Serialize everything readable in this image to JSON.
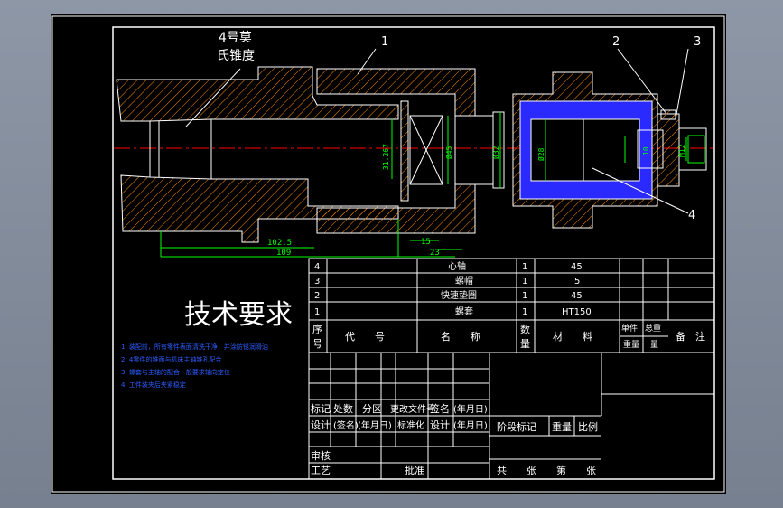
{
  "colors": {
    "background": "#000000",
    "line": "#ffffff",
    "dim": "#00ff00",
    "center": "#ff0000",
    "hatch": "#ff8c00",
    "solid": "#2a2aff",
    "notes": "#2c5cff"
  },
  "drawing": {
    "labels": {
      "taper_l1": "4号莫",
      "taper_l2": "氏锥度",
      "c1": "1",
      "c2": "2",
      "c3": "3",
      "c4": "4"
    },
    "dims": {
      "d1": "102.5",
      "d2": "109",
      "d3": "15",
      "d4": "23",
      "v1": "31.267",
      "v2": "Ø45",
      "v3": "Ø32",
      "v4": "Ø28",
      "v5": "10",
      "v6": "M12"
    }
  },
  "parts": [
    {
      "no": "4",
      "name": "心轴",
      "qty": "1",
      "mat": "45"
    },
    {
      "no": "3",
      "name": "螺帽",
      "qty": "1",
      "mat": "5"
    },
    {
      "no": "2",
      "name": "快速垫圈",
      "qty": "1",
      "mat": "45"
    },
    {
      "no": "1",
      "name": "螺套",
      "qty": "1",
      "mat": "HT150"
    }
  ],
  "header": {
    "seq": "序",
    "seq2": "号",
    "code": "代　　号",
    "name": "名　　称",
    "qty1": "数",
    "qty2": "量",
    "mat": "材　　料",
    "w1": "单件",
    "w2": "总重",
    "w3": "重量",
    "w4": "量",
    "remark": "备　注"
  },
  "tech": {
    "title": "技术要求",
    "notes": [
      "1. 装配前，所有零件表面清洗干净，并涂防锈润滑油",
      "2. 4零件的锥面与机床主轴锥孔配合",
      "3. 螺套与主轴的配合一般要求轴向定位",
      "4. 工件装夹后夹紧稳定"
    ]
  },
  "title_block": {
    "r1": [
      "标记",
      "处数",
      "分区",
      "更改文件号",
      "签名",
      "(年月日)"
    ],
    "r2": [
      "设计",
      "(签名)",
      "(年月日)",
      "标准化",
      "设计",
      "(年月日)"
    ],
    "stage": "阶段标记",
    "weight": "重量",
    "scale": "比例",
    "check": "审核",
    "craft": "工艺",
    "approve": "批准",
    "sheets": "共　　张　　第　　张"
  }
}
